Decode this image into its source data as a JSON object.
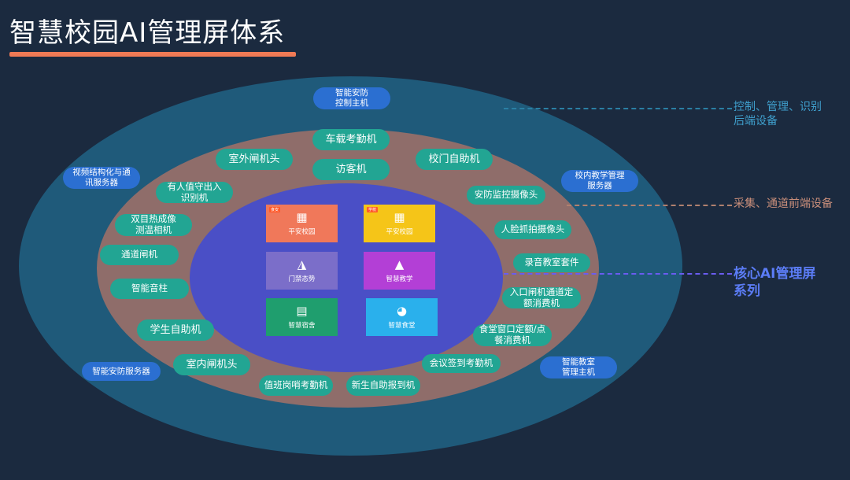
{
  "title": "智慧校园AI管理屏体系",
  "side_labels": {
    "backend": "控制、管理、识别\n后端设备",
    "frontend": "采集、通道前端设备",
    "core": "核心AI管理屏\n系列"
  },
  "outer_pills": {
    "security_host": "智能安防\n控制主机",
    "video_server": "视频结构化与通\n讯服务器",
    "campus_teaching_server": "校内教学管理\n服务器",
    "security_server": "智能安防服务器",
    "classroom_host": "智能教室\n管理主机"
  },
  "middle_pills": {
    "vehicle_attendance": "车载考勤机",
    "outdoor_gate": "室外闸机头",
    "visitor": "访客机",
    "school_gate_kiosk": "校门自助机",
    "guarded_entry": "有人值守出入\n识别机",
    "security_camera": "安防监控摄像头",
    "thermal_camera": "双目热成像\n测温相机",
    "face_camera": "人脸抓拍摄像头",
    "passage_gate": "通道闸机",
    "recording_kit": "录音教室套件",
    "smart_speaker": "智能音柱",
    "entrance_gate_pos": "入口闸机通道定\n额消费机",
    "student_kiosk": "学生自助机",
    "canteen_pos": "食堂窗口定额/点\n餐消费机",
    "indoor_gate": "室内闸机头",
    "meeting_attendance": "会议签到考勤机",
    "duty_attendance": "值班岗哨考勤机",
    "freshman_kiosk": "新生自助报到机"
  },
  "core_cards": {
    "safe_campus_1": {
      "label": "平安校园",
      "tag": "食安",
      "icon": "building-icon",
      "color": "#f0785a"
    },
    "safe_campus_2": {
      "label": "平安校园",
      "tag": "学校",
      "icon": "building-icon",
      "color": "#f5c518"
    },
    "access_control": {
      "label": "门禁态势",
      "icon": "door-icon",
      "color": "#7b6ec9"
    },
    "smart_teaching": {
      "label": "智慧教学",
      "icon": "graduation-cap-icon",
      "color": "#b33fd6"
    },
    "smart_dorm": {
      "label": "智慧宿舍",
      "icon": "bed-icon",
      "color": "#1f9e6e"
    },
    "smart_canteen": {
      "label": "智慧食堂",
      "icon": "cloche-icon",
      "color": "#2ab0ec"
    }
  },
  "colors": {
    "background": "#1b2a3f",
    "outer_ring": "#1f5a7a",
    "middle_ring": "#8f6d6a",
    "inner_ring": "#4a4fc6",
    "pill_blue": "#2b6fd1",
    "pill_green": "#22a593",
    "title_underline": "#f07a55"
  }
}
